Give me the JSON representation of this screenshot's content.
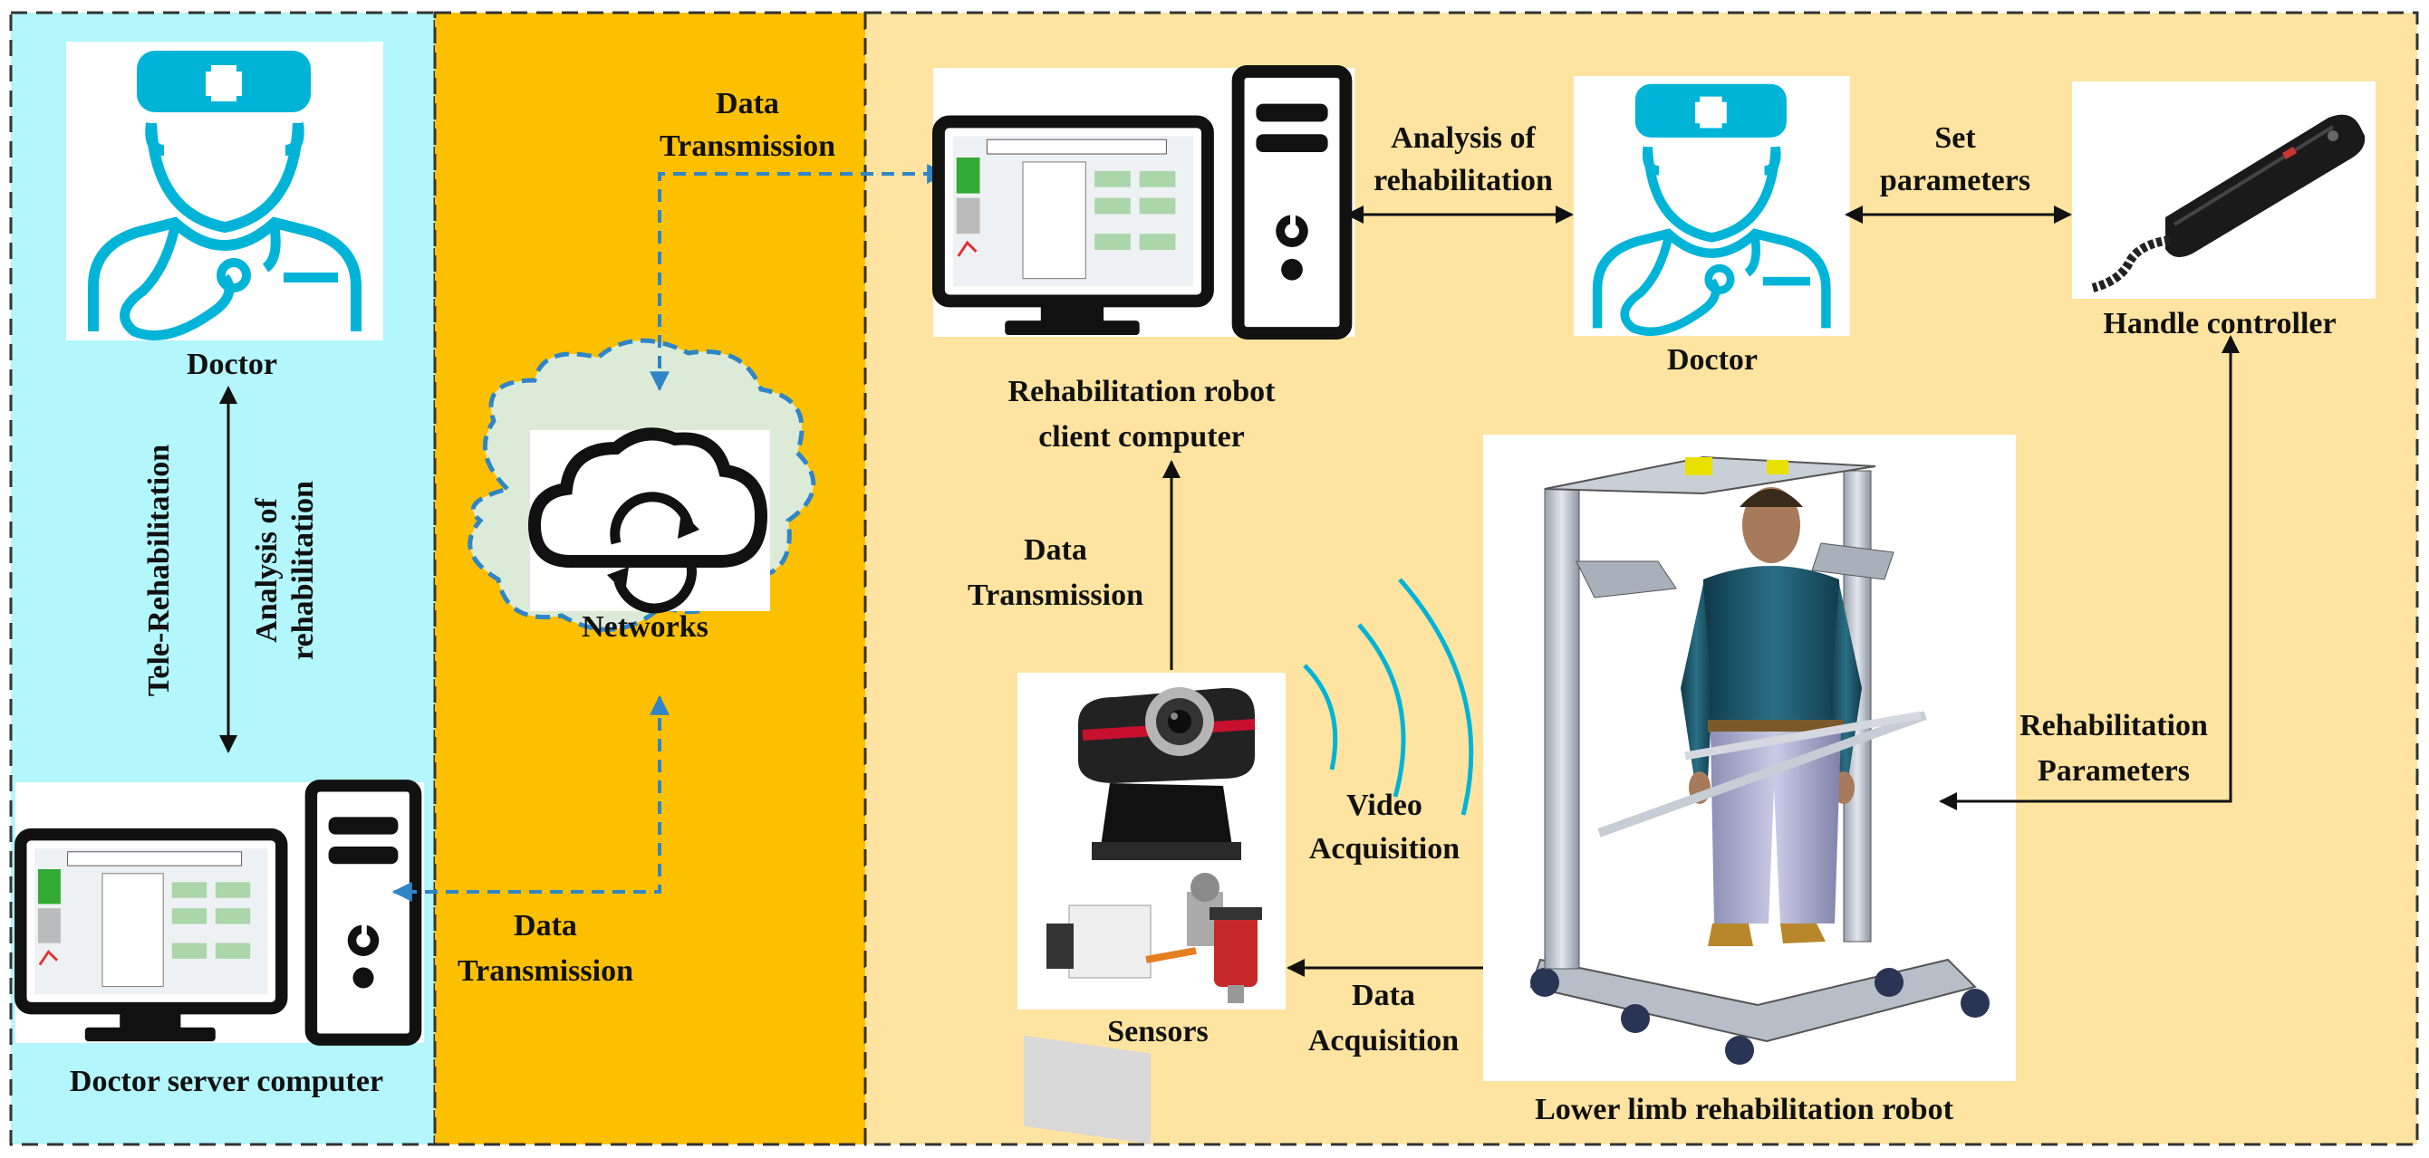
{
  "colors": {
    "doctor_panel": "#b3f6fb",
    "network_panel": "#fdc000",
    "robot_panel": "#fee4a0",
    "dashed_link": "#2f85c8",
    "doctor_icon": "#00b4d8",
    "wifi_arc": "#00b4d8",
    "cloud_fill": "#dcebd8"
  },
  "doctor_side": {
    "doctor_label": "Doctor",
    "arrow_label_left": "Tele-Rehabilitation",
    "arrow_label_right_line1": "Analysis of",
    "arrow_label_right_line2": "rehabilitation",
    "server_label": "Doctor server computer"
  },
  "network": {
    "cloud_label": "Networks",
    "top_link_label_line1": "Data",
    "top_link_label_line2": "Transmission",
    "bottom_link_label_line1": "Data",
    "bottom_link_label_line2": "Transmission"
  },
  "robot_side": {
    "client_label_line1": "Rehabilitation robot",
    "client_label_line2": "client computer",
    "analysis_label_line1": "Analysis of",
    "analysis_label_line2": "rehabilitation",
    "doctor_label": "Doctor",
    "set_label_line1": "Set",
    "set_label_line2": "parameters",
    "handle_label": "Handle controller",
    "data_tx_line1": "Data",
    "data_tx_line2": "Transmission",
    "sensors_label": "Sensors",
    "video_line1": "Video",
    "video_line2": "Acquisition",
    "data_acq_line1": "Data",
    "data_acq_line2": "Acquisition",
    "rehab_params_line1": "Rehabilitation",
    "rehab_params_line2": "Parameters",
    "robot_label": "Lower limb rehabilitation robot"
  },
  "icons": [
    "doctor-icon",
    "computer-icon",
    "cloud-sync-icon",
    "handle-controller-image",
    "webcam-image",
    "sensor-image",
    "robot-image",
    "wifi-waves-icon"
  ]
}
